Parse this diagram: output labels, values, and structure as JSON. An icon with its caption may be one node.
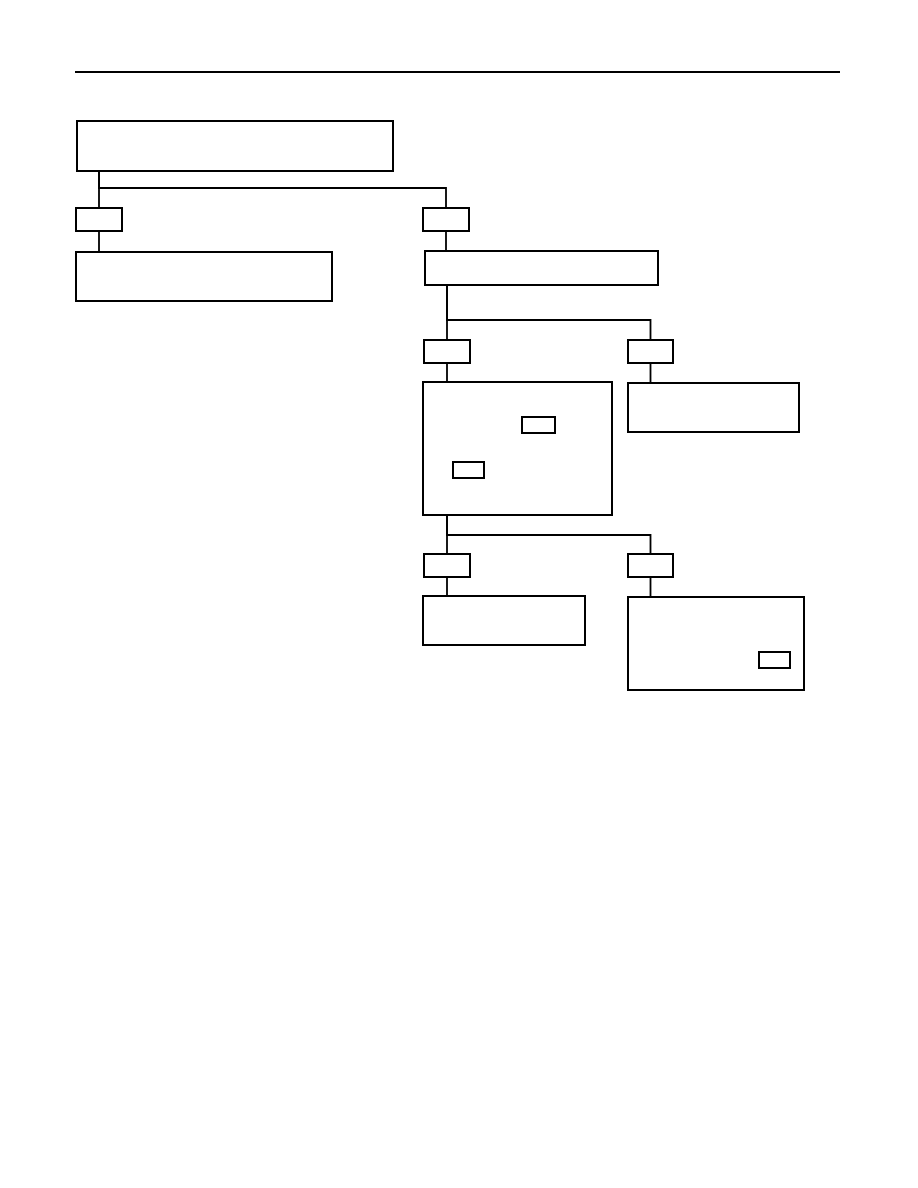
{
  "diagram": {
    "nodes": [
      {
        "text": [],
        "shape": "box"
      },
      {
        "text": [],
        "shape": "box"
      },
      {
        "text": [],
        "shape": "box"
      },
      {
        "text": [],
        "shape": "box"
      },
      {
        "text": [],
        "shape": "box"
      },
      {
        "text": [],
        "shape": "box"
      },
      {
        "text": [],
        "shape": "box"
      },
      {
        "text": [],
        "shape": "box"
      },
      {
        "text": [],
        "shape": "box",
        "in": 7
      },
      {
        "text": [],
        "shape": "box",
        "in": 7
      },
      {
        "text": [],
        "shape": "box"
      },
      {
        "text": [],
        "shape": "box"
      },
      {
        "text": [],
        "shape": "box"
      },
      {
        "text": [],
        "shape": "box"
      },
      {
        "text": [],
        "shape": "box"
      },
      {
        "text": [],
        "shape": "box",
        "in": 14
      }
    ],
    "edges": [
      {
        "from": 0,
        "to": 1,
        "arrow": "none"
      },
      {
        "from": 0,
        "to": 2,
        "arrow": "none"
      },
      {
        "from": 1,
        "to": 3,
        "arrow": "none"
      },
      {
        "from": 2,
        "to": 4,
        "arrow": "none"
      },
      {
        "from": 4,
        "to": 5,
        "arrow": "none"
      },
      {
        "from": 4,
        "to": 6,
        "arrow": "none"
      },
      {
        "from": 5,
        "to": 7,
        "arrow": "none"
      },
      {
        "from": 6,
        "to": 10,
        "arrow": "none"
      },
      {
        "from": 7,
        "to": 11,
        "arrow": "none"
      },
      {
        "from": 7,
        "to": 12,
        "arrow": "none"
      },
      {
        "from": 11,
        "to": 13,
        "arrow": "none"
      },
      {
        "from": 12,
        "to": 14,
        "arrow": "none"
      }
    ]
  }
}
